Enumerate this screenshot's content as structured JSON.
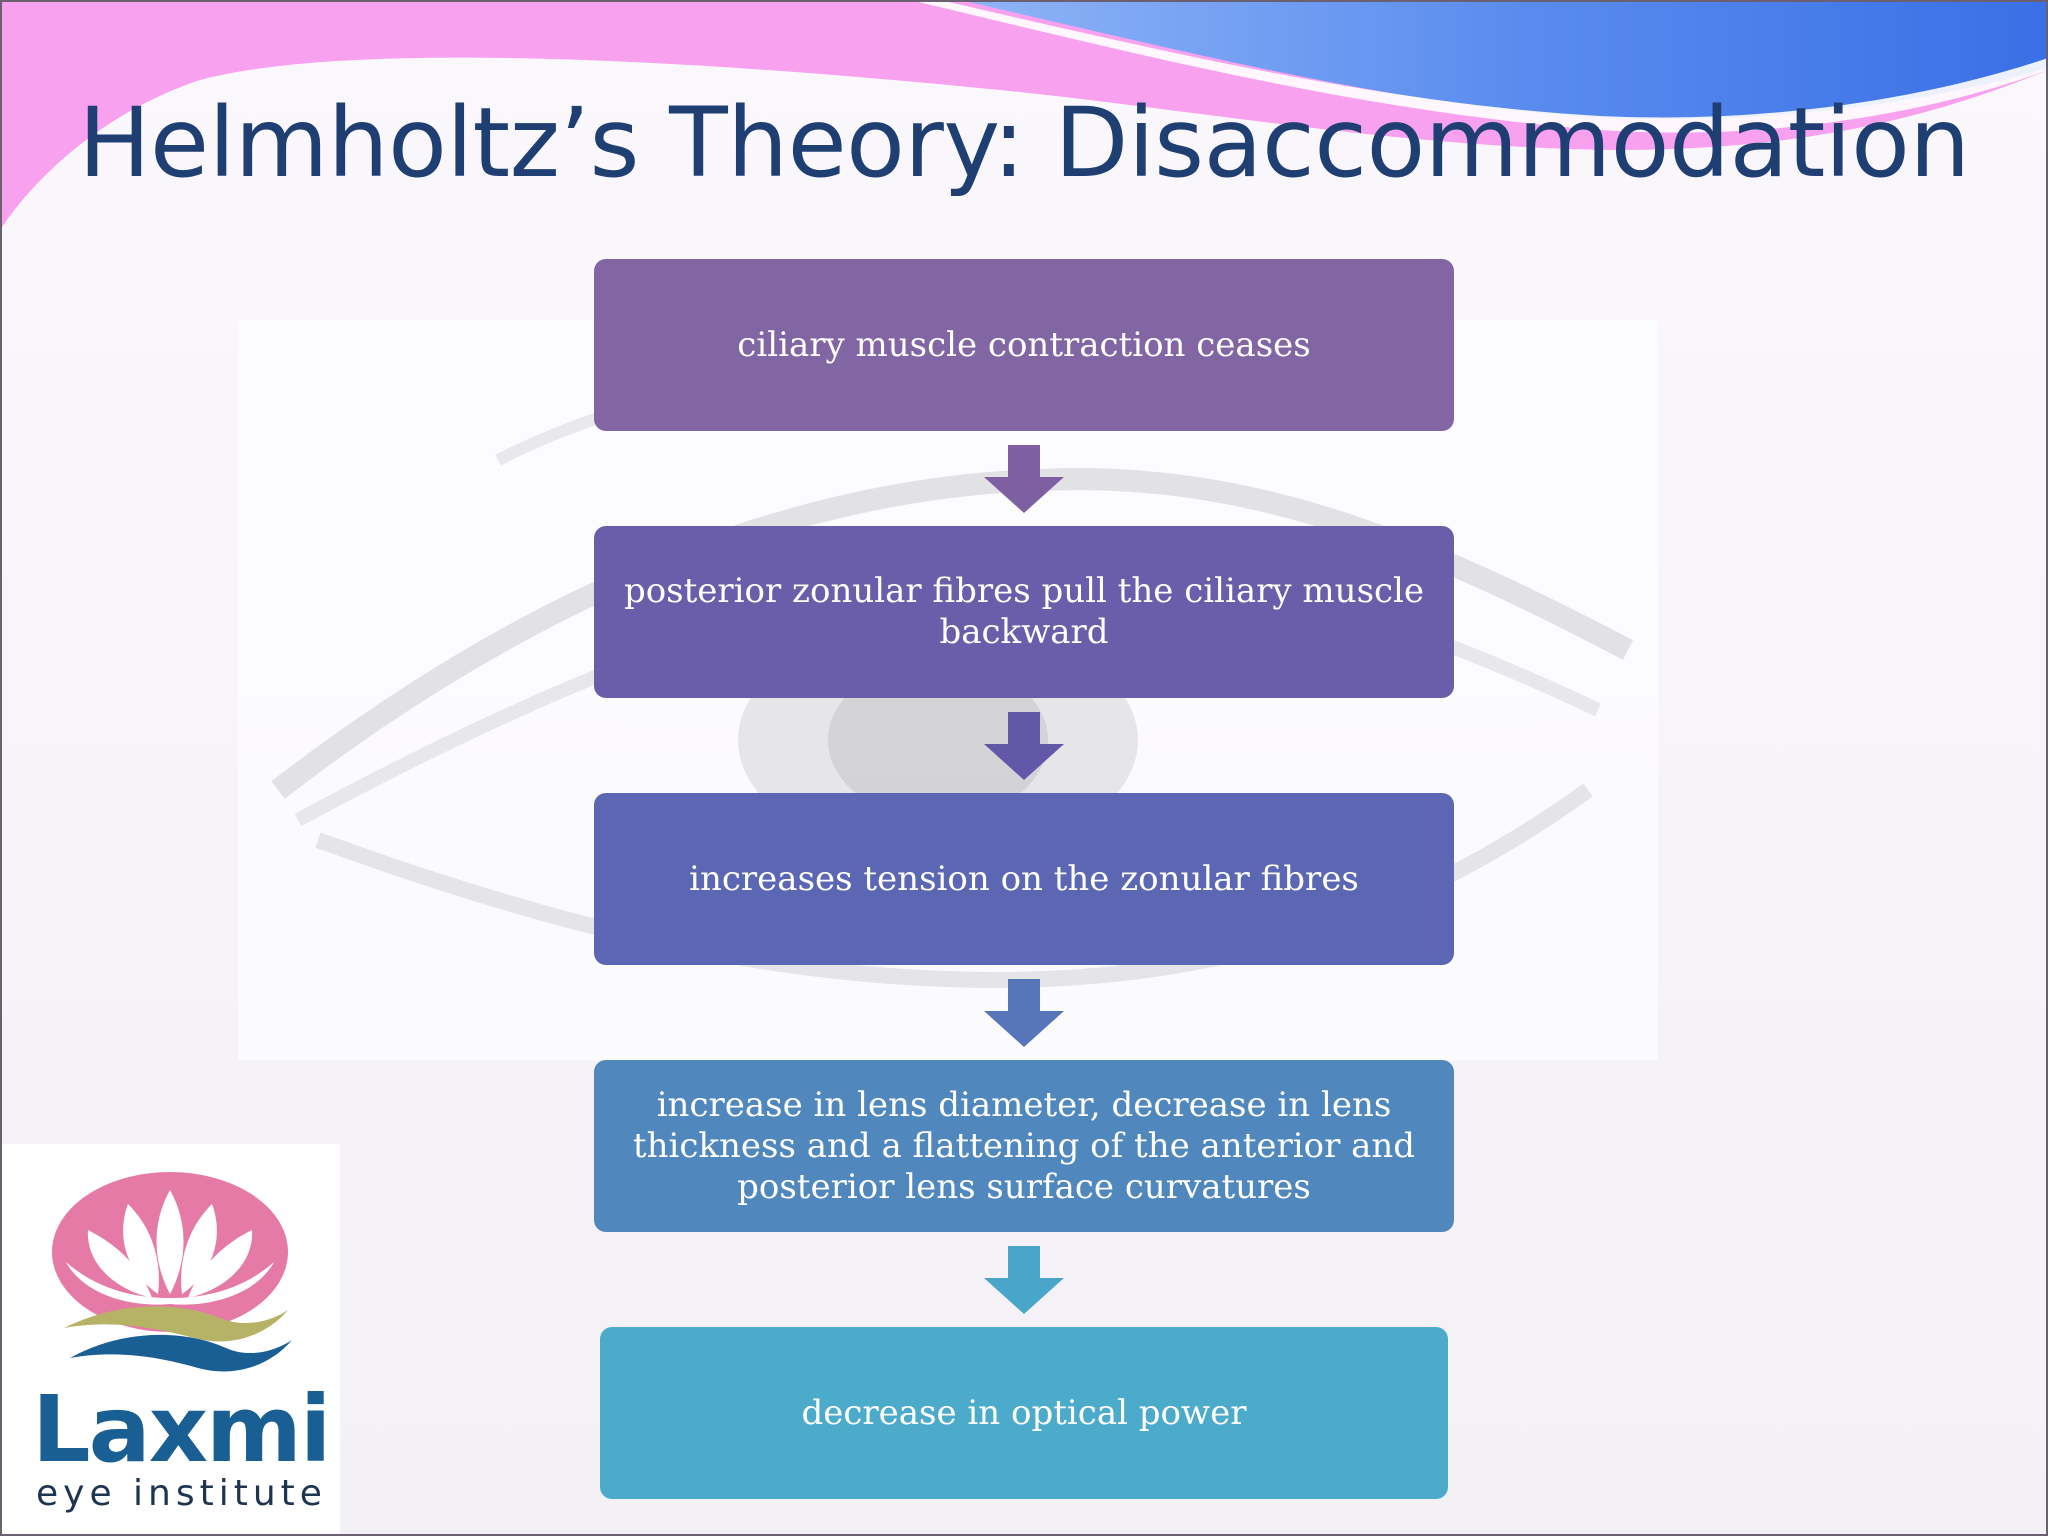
{
  "slide": {
    "title": "Helmholtz’s Theory: Disaccommodation"
  },
  "flow": {
    "steps": [
      {
        "text": "ciliary muscle contraction ceases",
        "color": "#8265a3"
      },
      {
        "text": "posterior zonular fibres pull the ciliary muscle backward",
        "color": "#6a5eaa"
      },
      {
        "text": "increases tension on the zonular fibres",
        "color": "#5b67b3"
      },
      {
        "text": "increase in lens diameter, decrease in lens thickness and a flattening of the anterior and posterior lens surface curvatures",
        "color": "#5087bd"
      },
      {
        "text": "decrease in optical power",
        "color": "#4cabca"
      }
    ],
    "arrow_colors": [
      "#7e5fa2",
      "#6357a8",
      "#5776b9",
      "#4aa5cb"
    ]
  },
  "logo": {
    "name": "Laxmi",
    "subtitle": "eye institute",
    "colors": {
      "pink": "#e67aa7",
      "olive": "#b7b366",
      "blue": "#1a5f94"
    }
  },
  "theme": {
    "title_color": "#1f3f73",
    "swoosh_pink": "#f7a1ef",
    "swoosh_blue": "#5f90ef"
  }
}
